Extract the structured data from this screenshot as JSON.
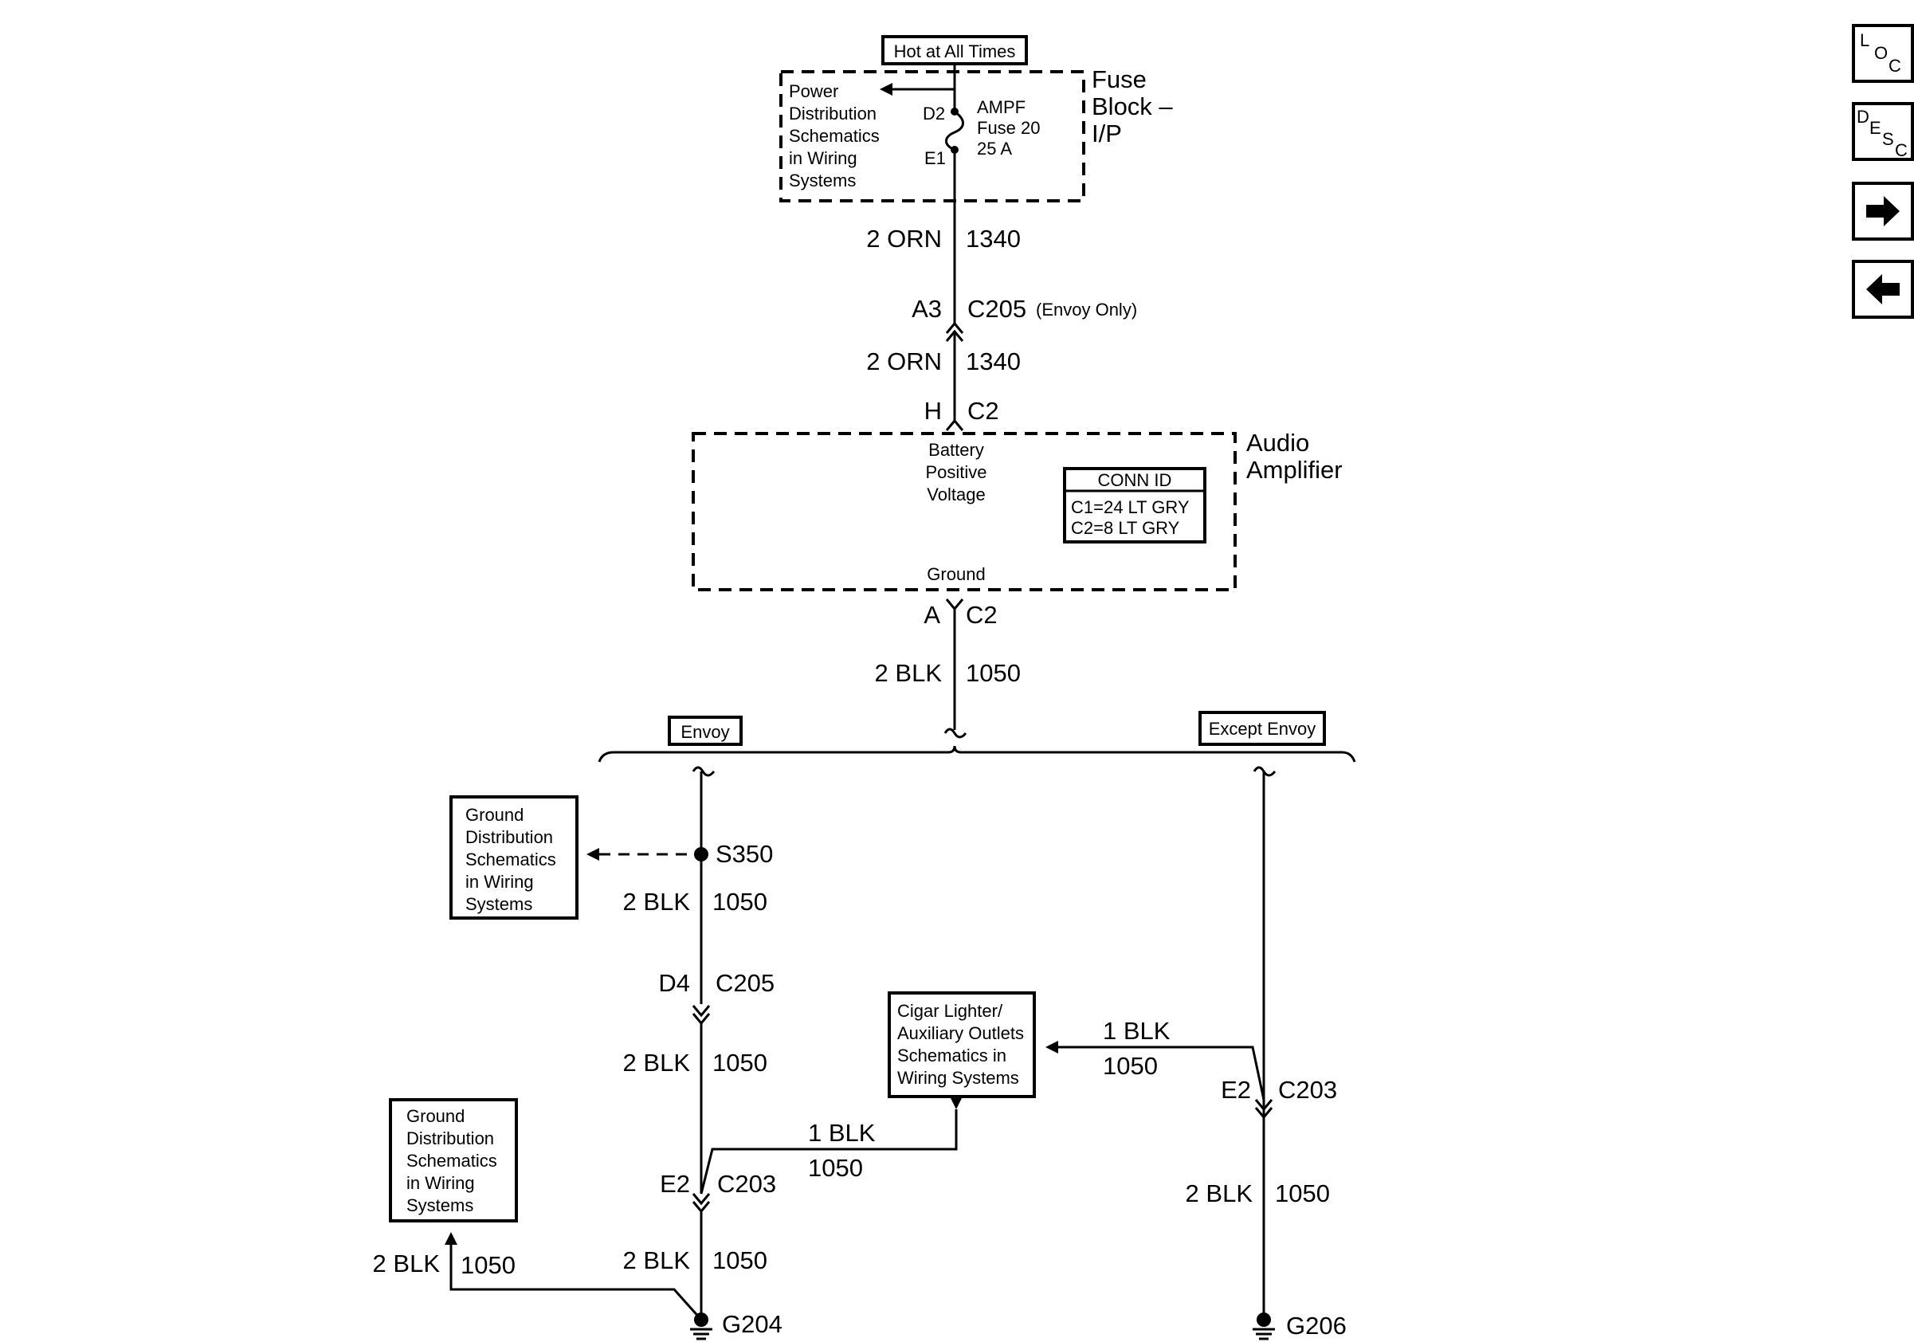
{
  "power": {
    "hot_label": "Hot at All Times",
    "fuse_block_title": "Fuse\nBlock –\nI/P",
    "pdist_text": "Power\nDistribution\nSchematics\nin Wiring\nSystems",
    "fuse_name": "AMPF\nFuse 20\n25 A",
    "pin_d2": "D2",
    "pin_e1": "E1"
  },
  "upper_wires": {
    "w1_gauge": "2 ORN",
    "w1_circuit": "1340",
    "c205_pin": "A3",
    "c205_name": "C205",
    "c205_note": "(Envoy Only)",
    "w2_gauge": "2 ORN",
    "w2_circuit": "1340",
    "amp_in_pin": "H",
    "amp_in_conn": "C2"
  },
  "amplifier": {
    "title": "Audio\nAmplifier",
    "battery_text": "Battery\nPositive\nVoltage",
    "ground_text": "Ground",
    "conn_id_title": "CONN ID",
    "conn_c1": "C1=24 LT GRY",
    "conn_c2": "C2=8 LT GRY",
    "out_pin": "A",
    "out_conn": "C2"
  },
  "ground_trunk": {
    "gauge": "2 BLK",
    "circuit": "1050",
    "envoy_label": "Envoy",
    "except_label": "Except Envoy"
  },
  "envoy_branch": {
    "gdist_text": "Ground\nDistribution\nSchematics\nin Wiring\nSystems",
    "splice": "S350",
    "w1_gauge": "2 BLK",
    "w1_circuit": "1050",
    "c205_pin": "D4",
    "c205_name": "C205",
    "w2_gauge": "2 BLK",
    "w2_circuit": "1050",
    "cigar_text": "Cigar Lighter/\nAuxiliary Outlets\nSchematics in\nWiring Systems",
    "cig_wire_gauge": "1 BLK",
    "cig_wire_circuit": "1050",
    "c203_pin": "E2",
    "c203_name": "C203",
    "w3_gauge": "2 BLK",
    "w3_circuit": "1050",
    "gdist2_text": "Ground\nDistribution\nSchematics\nin Wiring\nSystems",
    "w4_gauge": "2 BLK",
    "w4_circuit": "1050",
    "ground": "G204"
  },
  "except_branch": {
    "cig_wire_gauge": "1 BLK",
    "cig_wire_circuit": "1050",
    "c203_pin": "E2",
    "c203_name": "C203",
    "w_gauge": "2 BLK",
    "w_circuit": "1050",
    "ground": "G206"
  },
  "nav": {
    "loc": {
      "l": "L",
      "o": "O",
      "c": "C"
    },
    "desc": {
      "d": "D",
      "e": "E",
      "s": "S",
      "c": "C"
    },
    "next_icon": "arrow-right-icon",
    "prev_icon": "arrow-left-icon"
  }
}
